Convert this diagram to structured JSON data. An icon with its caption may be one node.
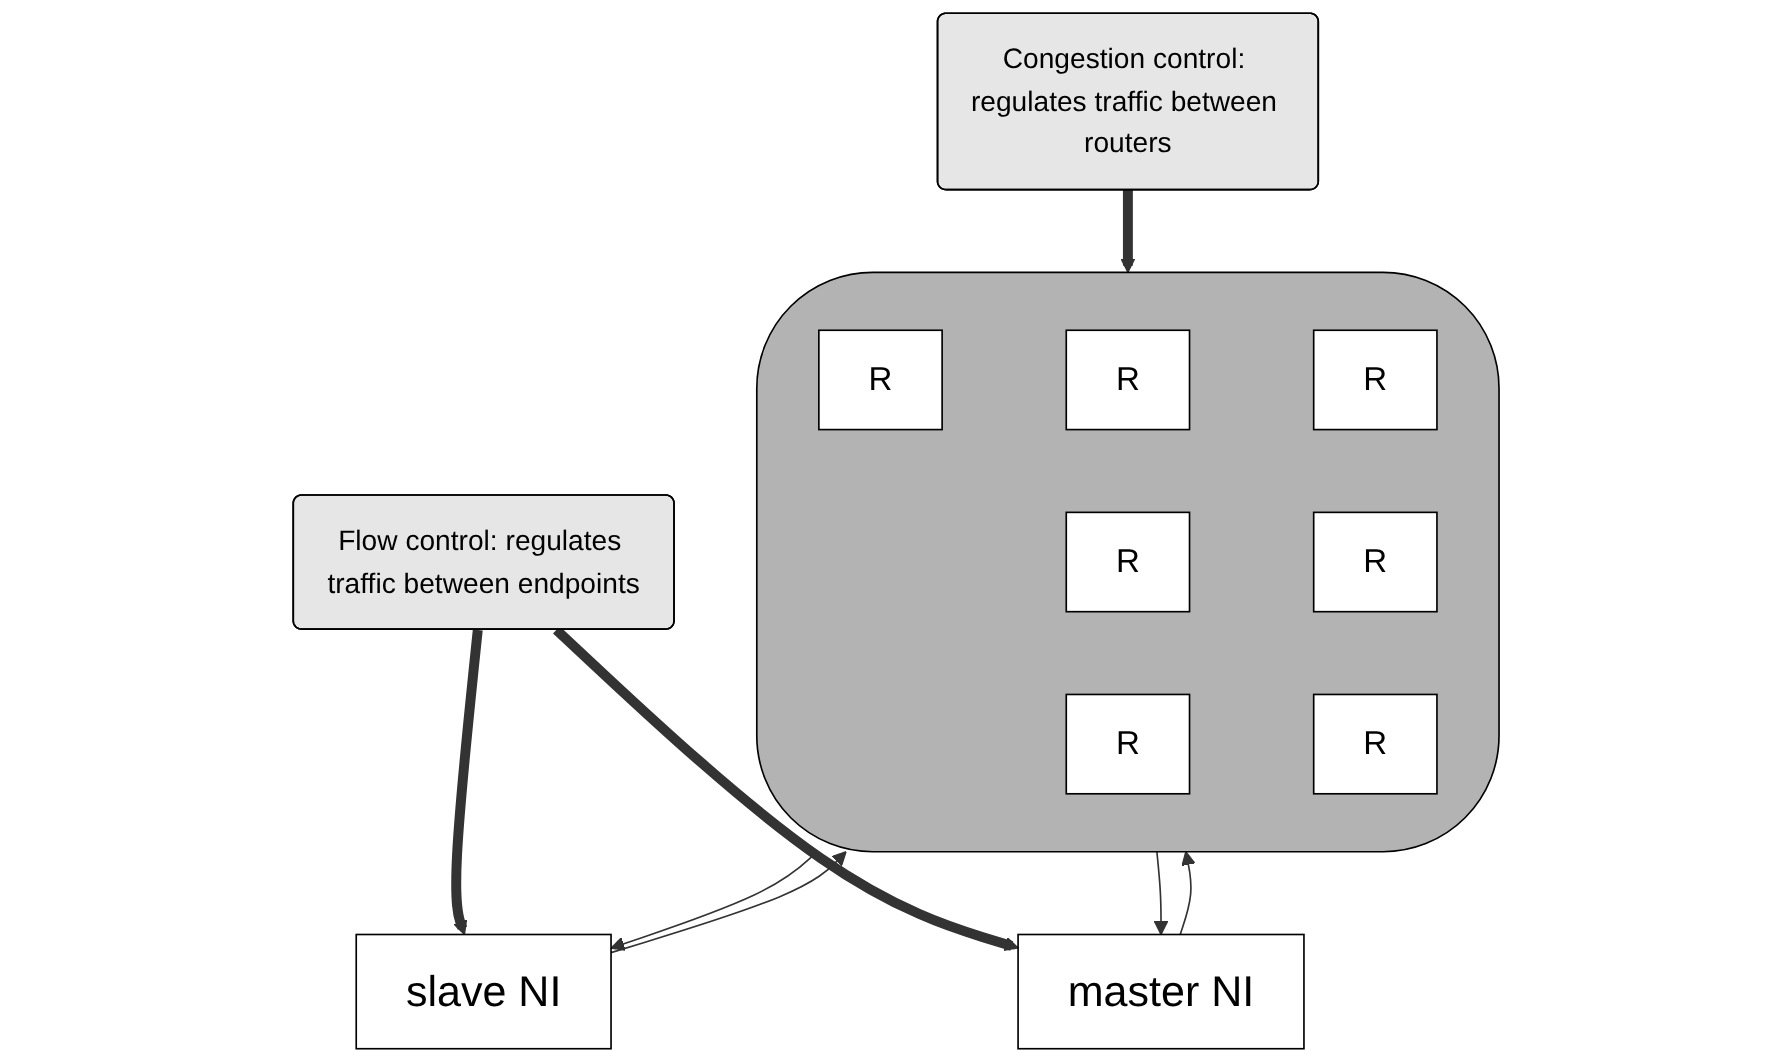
{
  "diagram": {
    "nodes": [
      {
        "text": [
          "slave NI"
        ]
      },
      {
        "text": [],
        "shape": "cloud"
      },
      {
        "text": [
          "R"
        ],
        "in": 1
      },
      {
        "text": [
          "R"
        ],
        "in": 1
      },
      {
        "text": [
          "R"
        ],
        "in": 1
      },
      {
        "text": [
          "R"
        ],
        "in": 1
      },
      {
        "text": [
          "R"
        ],
        "in": 1
      },
      {
        "text": [
          "R"
        ],
        "in": 1
      },
      {
        "text": [
          "R"
        ],
        "in": 1
      },
      {
        "text": [
          "Flow control: regulates traffic between endpoints"
        ]
      },
      {
        "text": [
          "Congestion control: regulates traffic between routers"
        ]
      },
      {
        "text": [
          "master NI"
        ]
      }
    ],
    "edges": [
      {
        "from": 0,
        "to": 1,
        "arrow": "to"
      },
      {
        "from": 1,
        "to": 0,
        "arrow": "to"
      },
      {
        "from": 1,
        "to": 11,
        "arrow": "to"
      },
      {
        "from": 11,
        "to": 1,
        "arrow": "to"
      },
      {
        "from": 9,
        "to": 0,
        "arrow": "to",
        "style": "thick"
      },
      {
        "from": 9,
        "to": 11,
        "arrow": "to",
        "style": "thick"
      },
      {
        "from": 10,
        "to": 1,
        "arrow": "to",
        "style": "thick"
      }
    ]
  }
}
